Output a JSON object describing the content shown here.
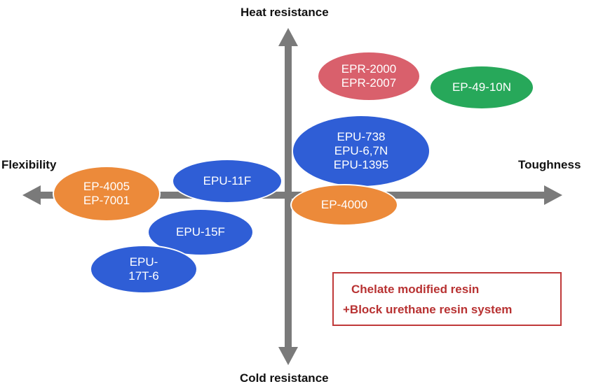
{
  "axes": {
    "top": "Heat resistance",
    "bottom": "Cold resistance",
    "left": "Flexibility",
    "right": "Toughness"
  },
  "colors": {
    "axis": "#7a7a7a",
    "red": "#d9606c",
    "green": "#27a85a",
    "blue": "#2f5ed6",
    "orange": "#ec8a3a",
    "legend_border": "#c0393a",
    "legend_text": "#b83232"
  },
  "products": [
    {
      "id": "epr",
      "color": "red",
      "lines": [
        "EPR-2000",
        "EPR-2007"
      ]
    },
    {
      "id": "ep49",
      "color": "green",
      "lines": [
        "EP-49-10N"
      ]
    },
    {
      "id": "epu738",
      "color": "blue",
      "lines": [
        "EPU-738",
        "EPU-6,7N",
        "EPU-1395"
      ]
    },
    {
      "id": "ep4000",
      "color": "orange",
      "lines": [
        "EP-4000"
      ]
    },
    {
      "id": "ep4005",
      "color": "orange",
      "lines": [
        "EP-4005",
        "EP-7001"
      ]
    },
    {
      "id": "epu11f",
      "color": "blue",
      "lines": [
        "EPU-11F"
      ]
    },
    {
      "id": "epu15f",
      "color": "blue",
      "lines": [
        "EPU-15F"
      ]
    },
    {
      "id": "epu17t",
      "color": "blue",
      "lines": [
        "EPU-",
        "17T-6"
      ]
    }
  ],
  "legend": {
    "line1": "Chelate modified resin",
    "line2": "+Block urethane resin system"
  }
}
